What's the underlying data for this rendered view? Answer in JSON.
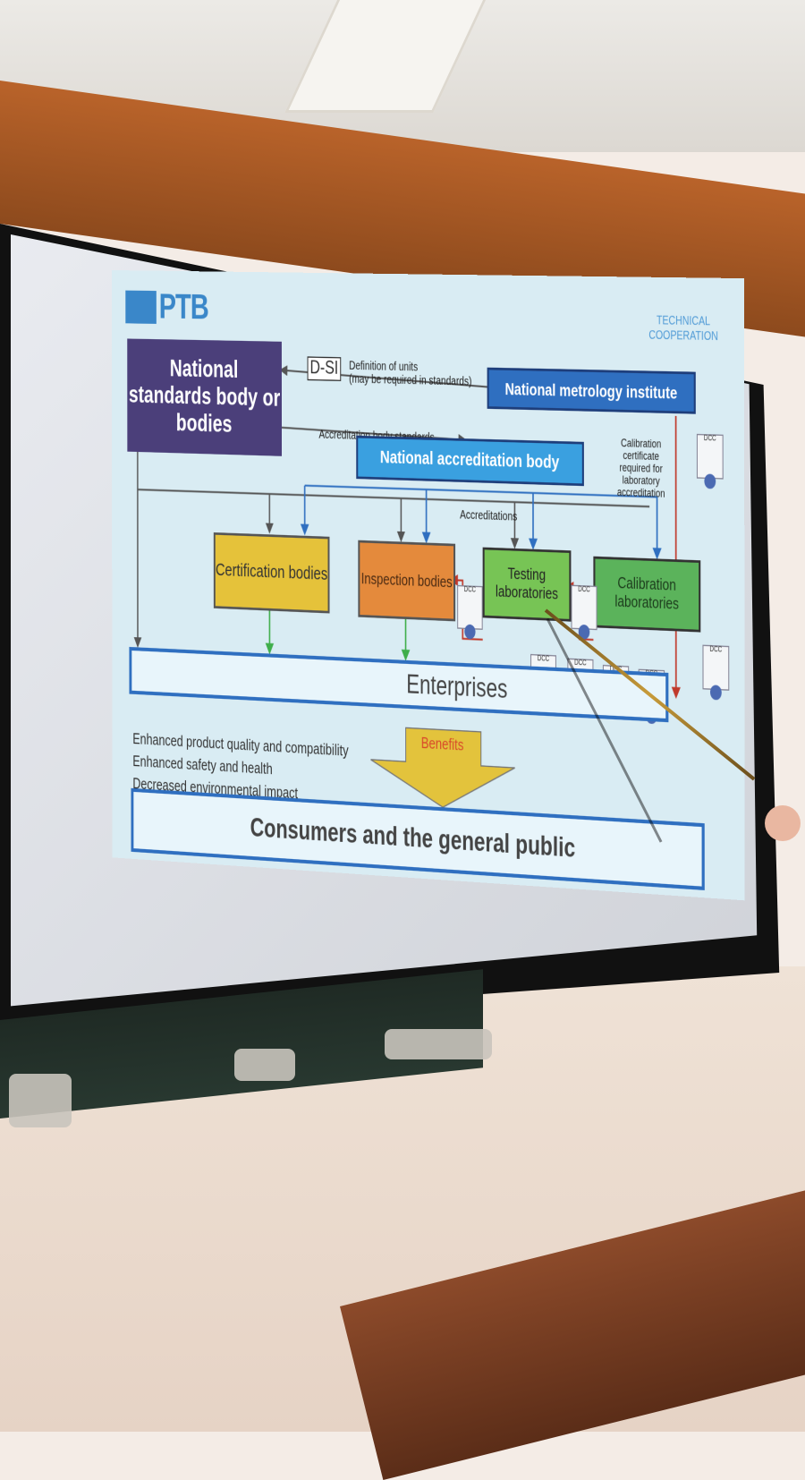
{
  "slide": {
    "logo_text": "PTB",
    "tech_coop": "TECHNICAL COOPERATION",
    "national_standards_body": "National standards body or bodies",
    "dsi": "D-SI",
    "definition_of_units": "Definition of units",
    "definition_note": "(may be required in standards)",
    "national_metrology_institute": "National metrology institute",
    "accreditation_body_standards": "Accreditation body standards",
    "national_accreditation_body": "National accreditation body",
    "calibration_note": "Calibration certificate required for laboratory accreditation",
    "accreditations": "Accreditations",
    "certification_bodies": "Certification bodies",
    "inspection_bodies": "Inspection bodies",
    "testing_laboratories": "Testing laboratories",
    "calibration_laboratories": "Calibration laboratories",
    "enterprises": "Enterprises",
    "benefits_list": [
      "Enhanced product quality and compatibility",
      "Enhanced safety and health",
      "Decreased environmental impact"
    ],
    "benefits_label": "Benefits",
    "consumers": "Consumers and the general public",
    "doc_label": "DCC"
  },
  "colors": {
    "nsb": "#4b3f7a",
    "nmi": "#2f6fc0",
    "nab": "#3aa0e0",
    "cert": "#e5c23a",
    "insp": "#e48a3c",
    "test": "#77c455",
    "calib": "#5bb35b",
    "benefits_arrow": "#e3c33c",
    "frame_blue": "#2f6fc0"
  }
}
